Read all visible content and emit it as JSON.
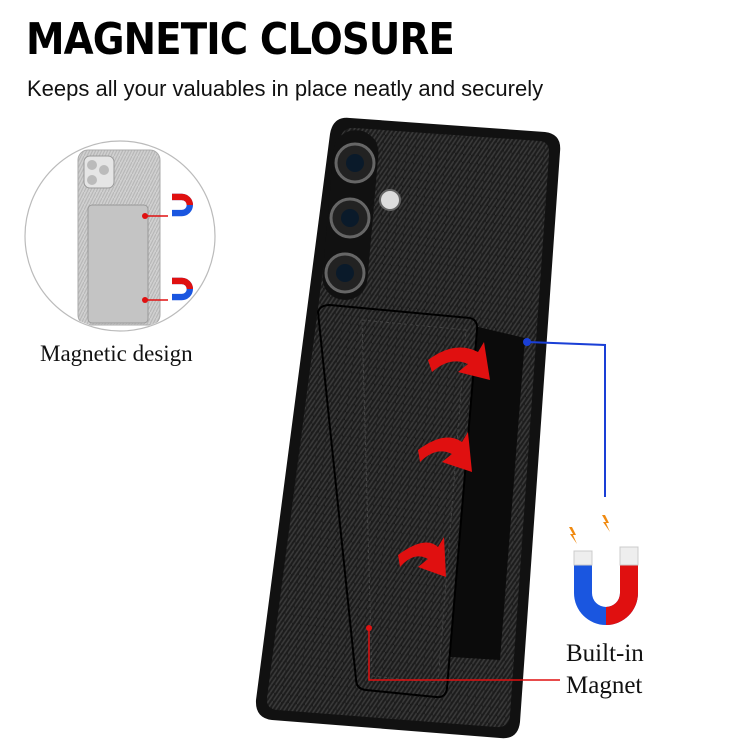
{
  "header": {
    "title": "MAGNETIC CLOSURE",
    "subtitle": "Keeps all your valuables in place neatly and securely"
  },
  "inset": {
    "caption": "Magnetic design"
  },
  "callout": {
    "line1": "Built-in",
    "line2": "Magnet"
  },
  "colors": {
    "case": "#1a1a1a",
    "arrow": "#e01010",
    "blue_line": "#1a3fd6",
    "red_line": "#e01010",
    "magnet_blue": "#1a56e0",
    "magnet_red": "#e01010"
  },
  "icons": [
    "magnet-icon",
    "curved-arrow-icon",
    "camera-lens-icon"
  ]
}
